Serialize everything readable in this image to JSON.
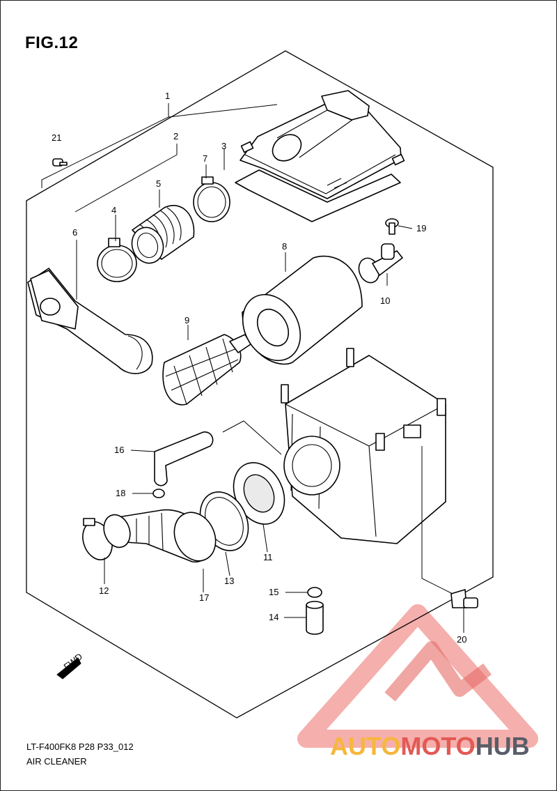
{
  "figure": {
    "title": "FIG.12",
    "code": "LT-F400FK8 P28 P33_012",
    "caption": "AIR CLEANER"
  },
  "callouts": [
    "1",
    "2",
    "3",
    "4",
    "5",
    "6",
    "7",
    "8",
    "9",
    "10",
    "11",
    "12",
    "13",
    "14",
    "15",
    "16",
    "17",
    "18",
    "19",
    "20",
    "21"
  ],
  "fwd_label": "FWD",
  "watermark": {
    "part1": "AUTO",
    "part2": "MOTO",
    "part3": "HUB",
    "colors": {
      "orange": "#f6b73c",
      "pink": "#f08a84",
      "red": "#e25a55",
      "grey": "#5a5d68"
    }
  }
}
